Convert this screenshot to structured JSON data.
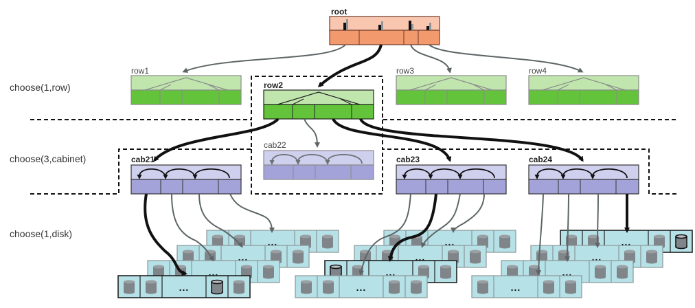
{
  "levels": [
    {
      "label": "choose(1,row)"
    },
    {
      "label": "choose(3,cabinet)"
    },
    {
      "label": "choose(1,disk)"
    }
  ],
  "root": {
    "label": "root",
    "color_top": "#f9c7b0",
    "color_bottom": "#f3996e"
  },
  "rows": [
    {
      "label": "row1",
      "selected": false
    },
    {
      "label": "row2",
      "selected": true
    },
    {
      "label": "row3",
      "selected": false
    },
    {
      "label": "row4",
      "selected": false
    }
  ],
  "row_colors": {
    "top": "#c0e6ae",
    "bottom": "#63c43c"
  },
  "cabinets": [
    {
      "label": "cab21",
      "selected": true
    },
    {
      "label": "cab22",
      "selected": false
    },
    {
      "label": "cab23",
      "selected": true
    },
    {
      "label": "cab24",
      "selected": true
    }
  ],
  "cab_colors": {
    "top": "#cfcfee",
    "bottom": "#a3a3da"
  },
  "disk_colors": {
    "tray": "#b5e1e7",
    "disk": "#808589"
  },
  "ellipsis": "..."
}
